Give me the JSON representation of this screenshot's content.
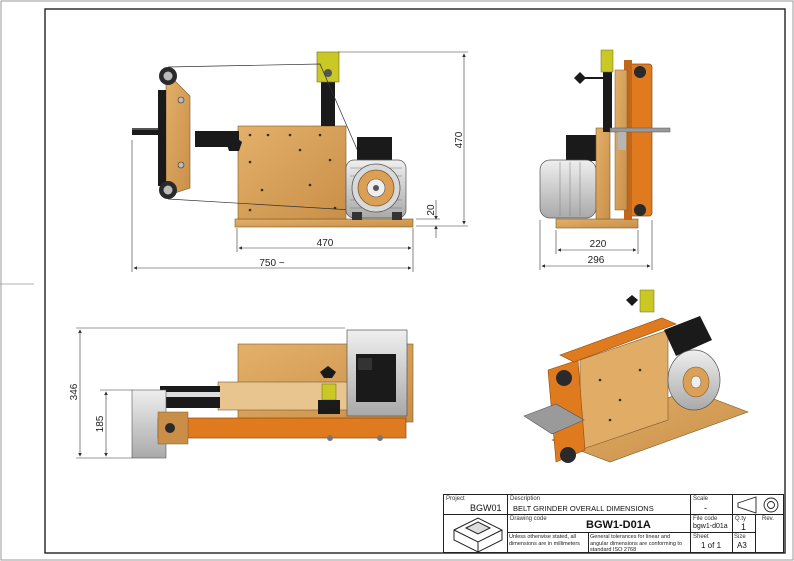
{
  "drawing": {
    "dimensions": {
      "front_height": "470",
      "front_base_width": "470",
      "front_overall_width": "750 ~",
      "front_base_height": "20",
      "side_base_width": "220",
      "side_overall_width": "296",
      "top_overall_depth": "346",
      "top_table_depth": "185"
    }
  },
  "title_block": {
    "project_caption": "Project",
    "project_value": "BGW01",
    "description_caption": "Description",
    "description_value": "BELT GRINDER OVERALL DIMENSIONS",
    "scale_caption": "Scale",
    "scale_value": "-",
    "drawing_code_caption": "Drawing code",
    "drawing_code_value": "BGW1-D01A",
    "file_code_caption": "File code",
    "file_code_value": "bgw1-d01a",
    "qty_caption": "Q.ty",
    "qty_value": "1",
    "rev_caption": "Rev.",
    "note_left": "Unless otherwise stated, all dimensions are in millimeters",
    "note_right": "General tolerances for linear and angular dimensions are conforming to standard ISO 2768",
    "sheet_caption": "Sheet",
    "sheet_value": "1 of 1",
    "size_caption": "Size",
    "size_value": "A3"
  },
  "colors": {
    "wood": "#d9a35e",
    "orange": "#e07a1e",
    "motor_body": "#c8c8c8",
    "black": "#1a1a1a",
    "yellow": "#c9c825"
  }
}
